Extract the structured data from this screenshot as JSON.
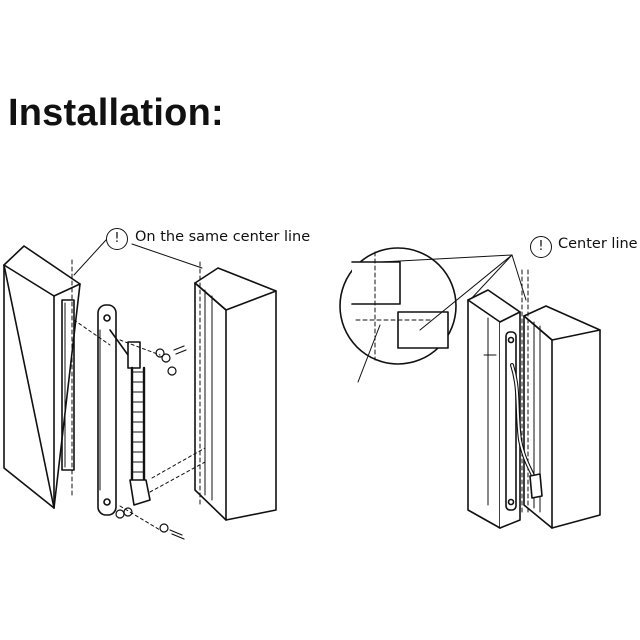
{
  "title": "Installation:",
  "callouts": {
    "left": "On the same center line",
    "right": "Center line"
  },
  "icons": {
    "warning": "!",
    "warning_name": "exclamation-circle-icon"
  },
  "colors": {
    "ink": "#111111",
    "background": "#ffffff"
  }
}
